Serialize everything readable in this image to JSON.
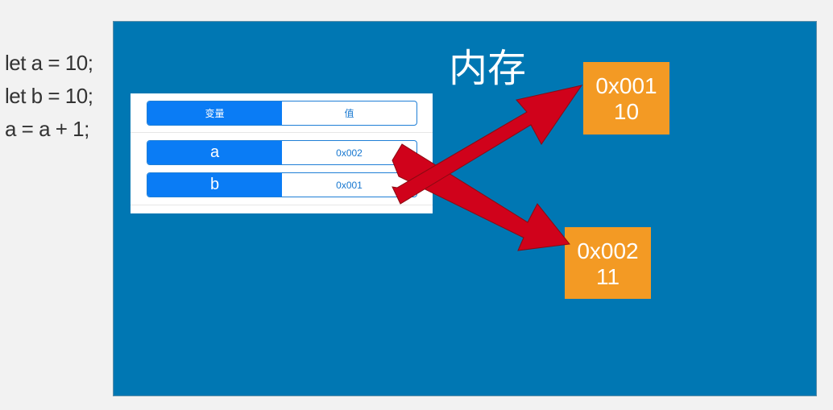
{
  "code_lines": [
    "let a = 10;",
    "let b = 10;",
    "a = a + 1;"
  ],
  "memory": {
    "title": "内存",
    "background_color": "#0077b3",
    "cells": [
      {
        "address": "0x001",
        "value": "10"
      },
      {
        "address": "0x002",
        "value": "11"
      }
    ],
    "cell_color": "#f39a24"
  },
  "variable_table": {
    "header": {
      "name": "变量",
      "value": "值"
    },
    "rows": [
      {
        "name": "a",
        "address": "0x002"
      },
      {
        "name": "b",
        "address": "0x001"
      }
    ],
    "accent_color": "#0a7cf5"
  },
  "arrows": [
    {
      "from": "a",
      "to": "0x002",
      "color": "#d0021b"
    },
    {
      "from": "b",
      "to": "0x001",
      "color": "#d0021b"
    }
  ]
}
